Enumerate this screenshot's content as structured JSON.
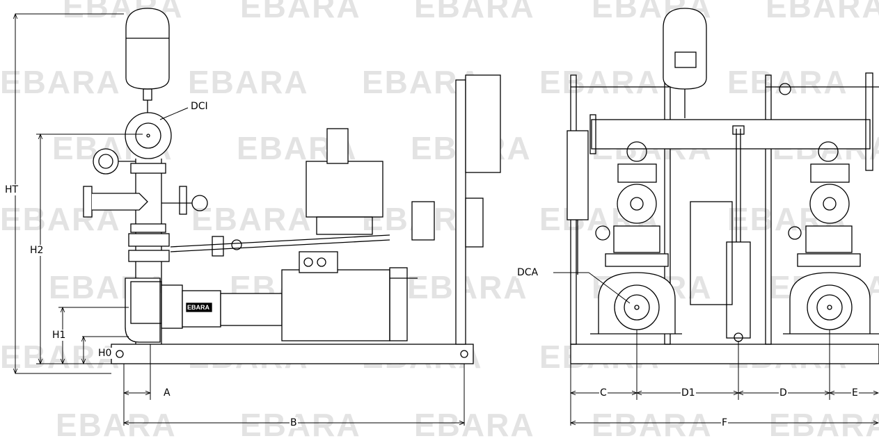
{
  "watermark": {
    "text": "EBARA"
  },
  "side_view": {
    "labels": {
      "ht": "HT",
      "h2": "H2",
      "h1": "H1",
      "h0": "H0",
      "dci": "DCI",
      "a": "A",
      "b": "B",
      "motor_brand": "EBARA"
    }
  },
  "front_view": {
    "labels": {
      "dca": "DCA",
      "c": "C",
      "d1": "D1",
      "d": "D",
      "e": "E",
      "f": "F"
    }
  }
}
